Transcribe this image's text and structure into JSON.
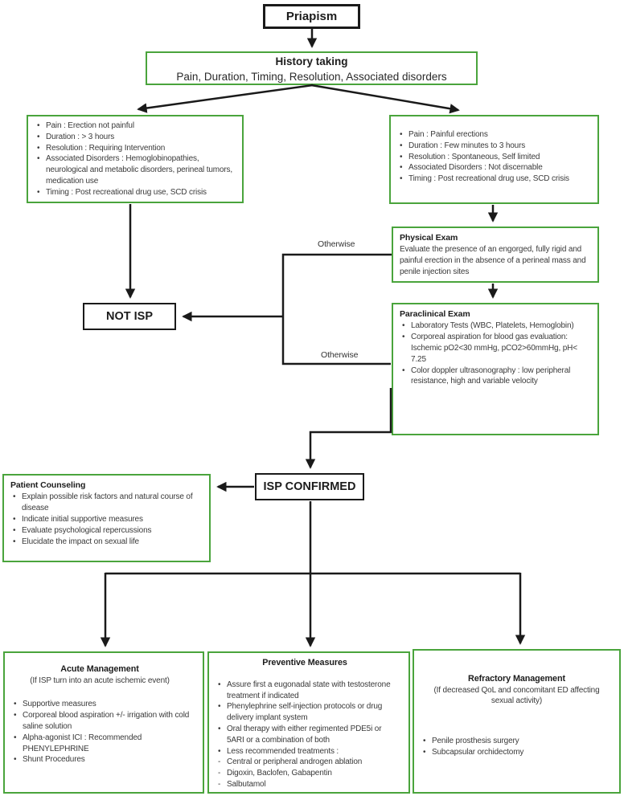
{
  "colors": {
    "box_green": "#4aa43c",
    "box_black": "#1a1a1a",
    "text": "#3a3a3a"
  },
  "labels": {
    "otherwise_top": "Otherwise",
    "otherwise_bottom": "Otherwise"
  },
  "boxes": {
    "priapism": {
      "title": "Priapism"
    },
    "history": {
      "title": "History taking",
      "subtitle": "Pain, Duration, Timing, Resolution, Associated disorders"
    },
    "left_criteria": {
      "items": [
        {
          "marker": "•",
          "text": "Pain : Erection not painful"
        },
        {
          "marker": "•",
          "text": "Duration : > 3 hours"
        },
        {
          "marker": "•",
          "text": "Resolution : Requiring Intervention"
        },
        {
          "marker": "•",
          "text": "Associated Disorders : Hemoglobinopathies, neurological and metabolic disorders, perineal tumors, medication use"
        },
        {
          "marker": "•",
          "text": "Timing : Post recreational drug use, SCD crisis"
        }
      ]
    },
    "right_criteria": {
      "items": [
        {
          "marker": "•",
          "text": "Pain : Painful erections"
        },
        {
          "marker": "•",
          "text": "Duration : Few minutes to 3 hours"
        },
        {
          "marker": "•",
          "text": "Resolution : Spontaneous, Self limited"
        },
        {
          "marker": "•",
          "text": "Associated Disorders : Not discernable"
        },
        {
          "marker": "•",
          "text": "Timing : Post recreational drug use, SCD crisis"
        }
      ]
    },
    "physical_exam": {
      "title": "Physical Exam",
      "body": "Evaluate the presence of an engorged, fully rigid and painful erection in the absence of a perineal mass and penile injection sites"
    },
    "paraclinical_exam": {
      "title": "Paraclinical Exam",
      "items": [
        {
          "marker": "•",
          "text": "Laboratory Tests (WBC, Platelets, Hemoglobin)"
        },
        {
          "marker": "•",
          "text": "Corporeal aspiration for blood gas evaluation: Ischemic pO2<30 mmHg, pCO2>60mmHg, pH< 7.25"
        },
        {
          "marker": "•",
          "text": "Color doppler ultrasonography : low peripheral resistance, high and variable velocity"
        }
      ]
    },
    "not_isp": {
      "title": "NOT ISP"
    },
    "isp_confirmed": {
      "title": "ISP CONFIRMED"
    },
    "patient_counseling": {
      "title": "Patient Counseling",
      "items": [
        {
          "marker": "•",
          "text": "Explain possible risk factors and natural course of disease"
        },
        {
          "marker": "•",
          "text": "Indicate initial supportive measures"
        },
        {
          "marker": "•",
          "text": "Evaluate psychological repercussions"
        },
        {
          "marker": "•",
          "text": "Elucidate the impact on sexual life"
        }
      ]
    },
    "acute": {
      "title": "Acute Management",
      "subtitle": "(If ISP turn into an acute ischemic event)",
      "items": [
        {
          "marker": "•",
          "text": "Supportive measures"
        },
        {
          "marker": "•",
          "text": "Corporeal blood aspiration +/- irrigation with cold saline solution"
        },
        {
          "marker": "•",
          "text": "Alpha-agonist ICI : Recommended PHENYLEPHRINE"
        },
        {
          "marker": "•",
          "text": "Shunt Procedures"
        }
      ]
    },
    "preventive": {
      "title": "Preventive Measures",
      "items": [
        {
          "marker": "•",
          "text": "Assure first a eugonadal state with testosterone treatment if indicated"
        },
        {
          "marker": "•",
          "text": "Phenylephrine self-injection protocols or drug delivery implant system"
        },
        {
          "marker": "•",
          "text": "Oral therapy with either regimented PDE5i or 5ARI or a combination of both"
        },
        {
          "marker": "•",
          "text": "Less recommended treatments :"
        },
        {
          "marker": "-",
          "text": "Central or peripheral androgen ablation"
        },
        {
          "marker": "-",
          "text": "Digoxin, Baclofen, Gabapentin"
        },
        {
          "marker": "-",
          "text": "Salbutamol"
        }
      ]
    },
    "refractory": {
      "title": "Refractory Management",
      "subtitle": "(If decreased QoL and concomitant ED affecting sexual activity)",
      "items": [
        {
          "marker": "•",
          "text": "Penile prosthesis surgery"
        },
        {
          "marker": "•",
          "text": "Subcapsular orchidectomy"
        }
      ]
    }
  }
}
